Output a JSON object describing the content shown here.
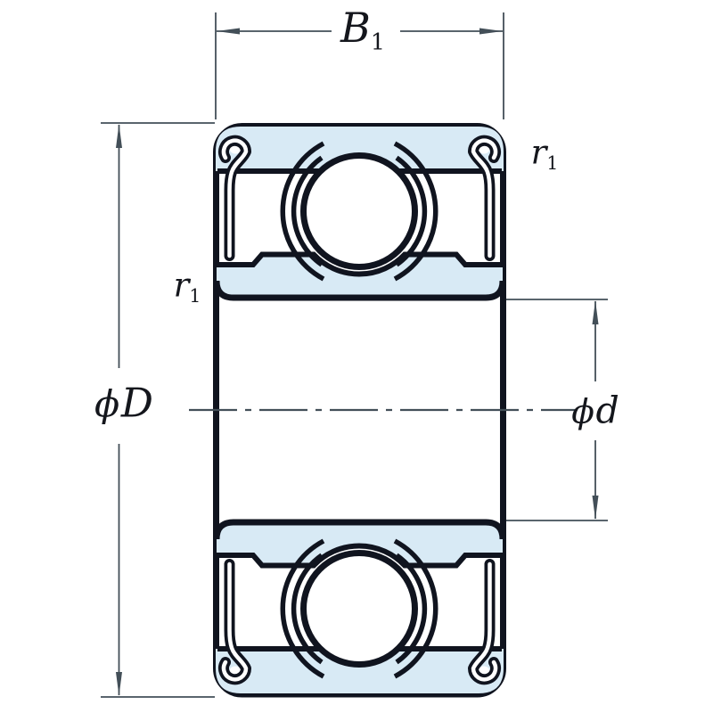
{
  "drawing": {
    "name": "shielded-ball-bearing-cross-section",
    "labels": {
      "width": {
        "base": "B",
        "sub": "1"
      },
      "corner_top": {
        "base": "r",
        "sub": "1"
      },
      "corner_left": {
        "base": "r",
        "sub": "1"
      },
      "outer_diameter": {
        "symbol": "ϕ",
        "base": "D"
      },
      "bore_diameter": {
        "symbol": "ϕ",
        "base": "d"
      }
    }
  },
  "colors": {
    "line": "#10141f",
    "blue": "#d8eaf5",
    "dim": "#434f58",
    "text": "#14161c",
    "bg": "#ffffff"
  }
}
